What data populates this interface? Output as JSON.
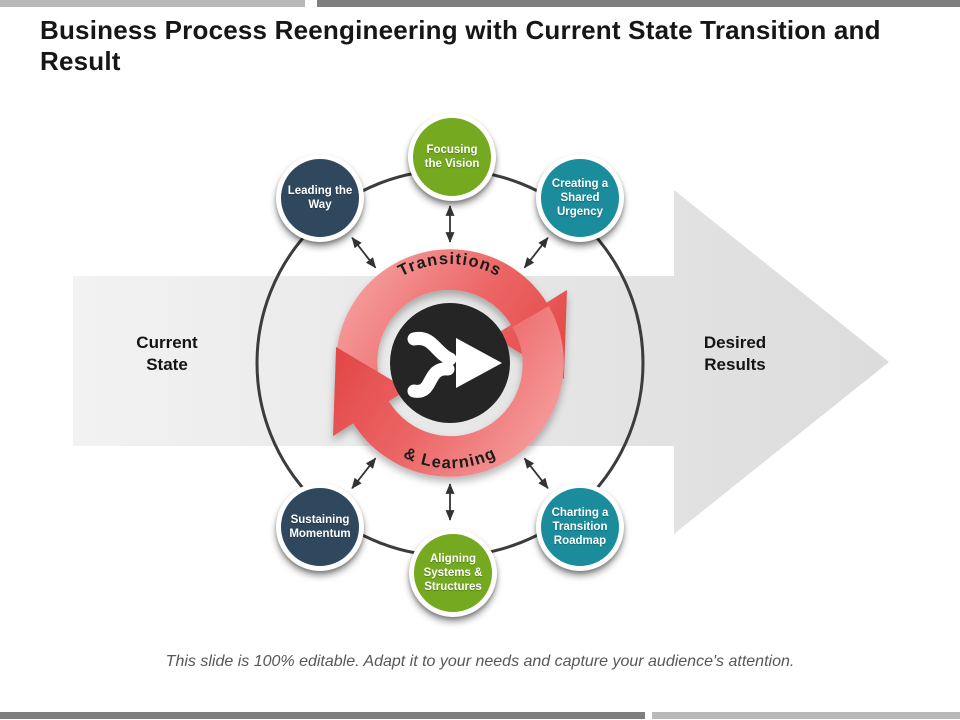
{
  "slide": {
    "title": "Business Process Reengineering with Current State Transition and Result",
    "footer": "This slide is 100% editable. Adapt it to your needs and capture your audience's attention.",
    "current_state_label": "Current\nState",
    "desired_results_label": "Desired\nResults"
  },
  "cycle": {
    "top_arc_label": "Transitions",
    "bottom_arc_label": "& Learning",
    "center_icon": "merge-arrow-icon"
  },
  "nodes": [
    {
      "id": "focusing-the-vision",
      "label": "Focusing\nthe Vision",
      "color": "#74A920"
    },
    {
      "id": "leading-the-way",
      "label": "Leading the\nWay",
      "color": "#2F485E"
    },
    {
      "id": "creating-a-shared-urgency",
      "label": "Creating a\nShared\nUrgency",
      "color": "#1A8C9B"
    },
    {
      "id": "sustaining-momentum",
      "label": "Sustaining\nMomentum",
      "color": "#2F485E"
    },
    {
      "id": "charting-a-transition-roadmap",
      "label": "Charting a\nTransition\nRoadmap",
      "color": "#1A8C9B"
    },
    {
      "id": "aligning-systems-structures",
      "label": "Aligning\nSystems &\nStructures",
      "color": "#74A920"
    }
  ],
  "colors": {
    "cycle_red_light": "#F7A6A6",
    "cycle_red_dark": "#E03E3E",
    "node_green": "#74A920",
    "node_teal": "#1A8C9B",
    "node_slate": "#2F485E",
    "band_gray_light": "#F2F2F2",
    "band_gray_dark": "#DCDCDC",
    "ring_stroke": "#3C3C3C",
    "center_circle": "#252525",
    "bar_light": "#B9B9B9",
    "bar_dark": "#7F7F7F"
  }
}
